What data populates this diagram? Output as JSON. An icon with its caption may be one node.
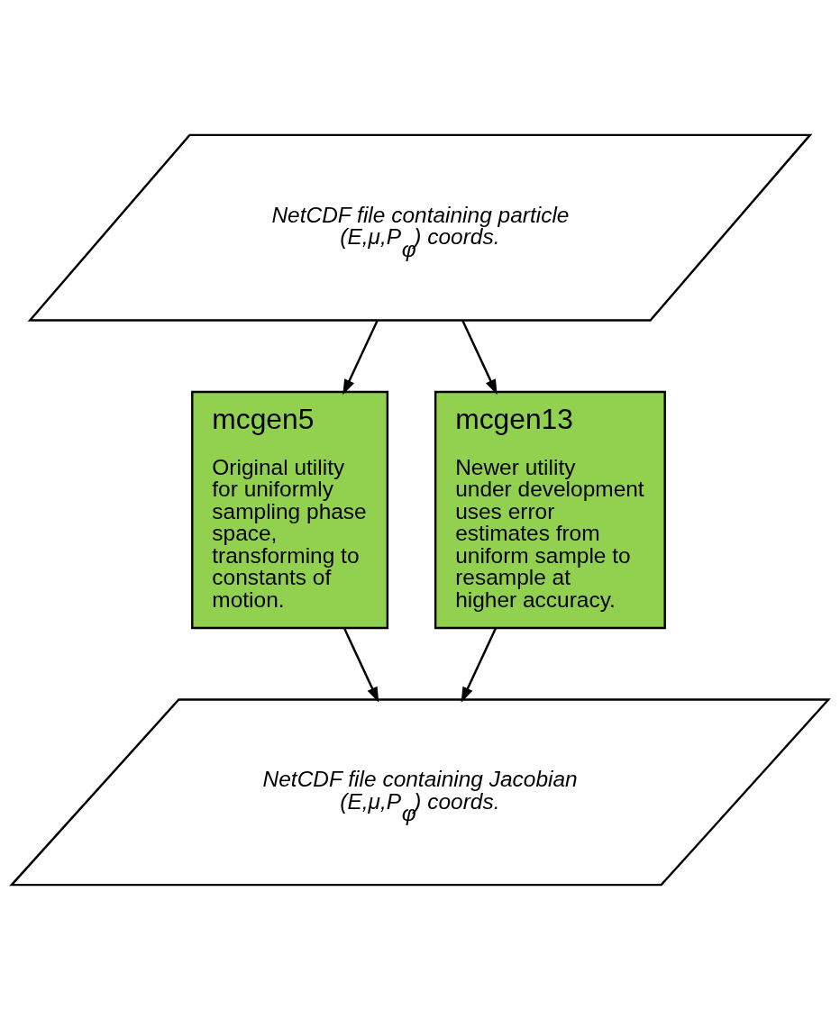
{
  "diagram": {
    "nodes": [
      {
        "text": [
          "NetCDF file containing particle (E,μ,P$_{φ}$) coords."
        ]
      },
      {
        "text": [
          "mcgen5",
          "Original utility for uniformly sampling phase space, transforming to constants of motion."
        ]
      },
      {
        "text": [
          "mcgen13",
          "Newer utility under development uses error estimates from uniform sample to resample at higher accuracy."
        ]
      },
      {
        "text": [
          "NetCDF file containing Jacobian (E,μ,P$_{φ}$) coords."
        ]
      }
    ],
    "edges": [
      {
        "from": 0,
        "to": 1,
        "arrow": "to"
      },
      {
        "from": 0,
        "to": 2,
        "arrow": "to"
      },
      {
        "from": 1,
        "to": 3,
        "arrow": "to"
      },
      {
        "from": 2,
        "to": 3,
        "arrow": "to"
      }
    ]
  }
}
